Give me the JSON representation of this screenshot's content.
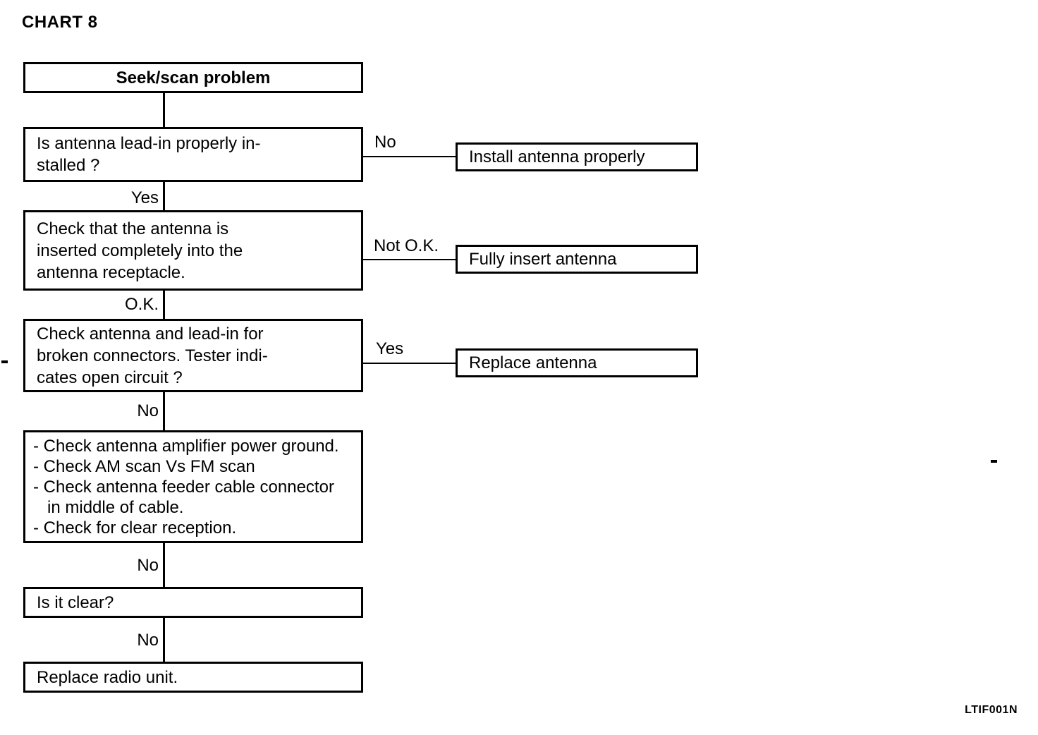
{
  "document": {
    "chart_title": "CHART 8",
    "doc_code": "LTIF001N"
  },
  "nodes": {
    "start": {
      "label": "Seek/scan problem"
    },
    "q_lead_in": {
      "label": "Is antenna lead-in properly in-\nstalled ?"
    },
    "action_install": {
      "label": "Install antenna properly"
    },
    "q_inserted": {
      "label": "Check that the antenna is\ninserted completely into the\nantenna receptacle."
    },
    "action_fully_insert": {
      "label": "Fully insert antenna"
    },
    "q_broken": {
      "label": "Check antenna and lead-in for\nbroken connectors. Tester indi-\ncates open circuit ?"
    },
    "action_replace_antenna": {
      "label": "Replace antenna"
    },
    "checklist": {
      "label": "- Check antenna amplifier power ground.\n- Check AM scan Vs FM scan\n- Check antenna feeder cable connector\n   in middle of cable.\n- Check for clear reception."
    },
    "q_is_clear": {
      "label": "Is it clear?"
    },
    "action_replace_radio": {
      "label": "Replace radio unit."
    }
  },
  "edge_labels": {
    "start_to_q_lead_in": "",
    "q_lead_in_no": "No",
    "q_lead_in_yes": "Yes",
    "q_inserted_not_ok": "Not O.K.",
    "q_inserted_ok": "O.K.",
    "q_broken_yes": "Yes",
    "q_broken_no": "No",
    "checklist_no": "No",
    "q_is_clear_no": "No"
  },
  "flow": {
    "type": "flowchart",
    "orientation": "top-to-bottom",
    "steps": [
      {
        "id": "start",
        "kind": "terminator",
        "text": "Seek/scan problem"
      },
      {
        "id": "q_lead_in",
        "kind": "decision",
        "text": "Is antenna lead-in properly installed ?",
        "branches": [
          {
            "label": "No",
            "target": "action_install"
          },
          {
            "label": "Yes",
            "target": "q_inserted"
          }
        ]
      },
      {
        "id": "action_install",
        "kind": "action",
        "text": "Install antenna properly"
      },
      {
        "id": "q_inserted",
        "kind": "decision",
        "text": "Check that the antenna is inserted completely into the antenna receptacle.",
        "branches": [
          {
            "label": "Not O.K.",
            "target": "action_fully_insert"
          },
          {
            "label": "O.K.",
            "target": "q_broken"
          }
        ]
      },
      {
        "id": "action_fully_insert",
        "kind": "action",
        "text": "Fully insert antenna"
      },
      {
        "id": "q_broken",
        "kind": "decision",
        "text": "Check antenna and lead-in for broken connectors. Tester indicates open circuit ?",
        "branches": [
          {
            "label": "Yes",
            "target": "action_replace_antenna"
          },
          {
            "label": "No",
            "target": "checklist"
          }
        ]
      },
      {
        "id": "action_replace_antenna",
        "kind": "action",
        "text": "Replace antenna"
      },
      {
        "id": "checklist",
        "kind": "action",
        "text": "- Check antenna amplifier power ground. - Check AM scan Vs FM scan - Check antenna feeder cable connector in middle of cable. - Check for clear reception.",
        "branches": [
          {
            "label": "No",
            "target": "q_is_clear"
          }
        ]
      },
      {
        "id": "q_is_clear",
        "kind": "decision",
        "text": "Is it clear?",
        "branches": [
          {
            "label": "No",
            "target": "action_replace_radio"
          }
        ]
      },
      {
        "id": "action_replace_radio",
        "kind": "action",
        "text": "Replace radio unit."
      }
    ]
  },
  "colors": {
    "ink": "#000000",
    "paper": "#ffffff"
  }
}
